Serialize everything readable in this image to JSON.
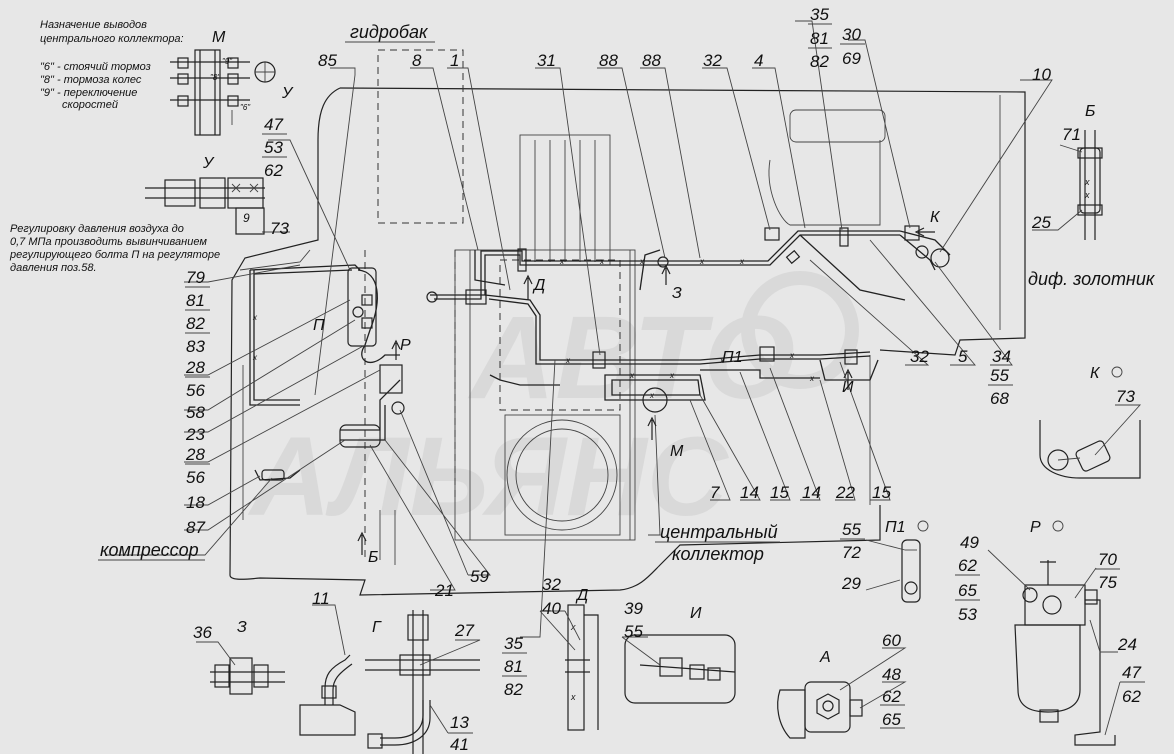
{
  "notes": {
    "outputs_title_1": "Назначение выводов",
    "outputs_title_2": "центрального коллектора:",
    "out_6a": "\"6\" - стоячий тормоз",
    "out_8": "\"8\" - тормоза колес",
    "out_9a": "\"9\" - переключение",
    "out_9b": "скоростей",
    "pressure_1": "Регулировку давления воздуха до",
    "pressure_2": "0,7 МПа производить вывинчиванием",
    "pressure_3": "регулирующего болта П на регуляторе",
    "pressure_4": "давления поз.58."
  },
  "words": {
    "hydrotank": "гидробак",
    "diff_valve": "диф. золотник",
    "compressor": "компрессор",
    "central_1": "центральный",
    "central_2": "коллектор"
  },
  "view_letters": {
    "M": "М",
    "U": "У",
    "D": "Д",
    "Z": "З",
    "I": "И",
    "K": "К",
    "B": "Б",
    "P": "П",
    "R": "Р",
    "P1": "П1",
    "G": "Г",
    "A": "А"
  },
  "inset_marks": {
    "m6": "\"6\"",
    "m8": "\"8\"",
    "m9": "\"9\"",
    "u9": "9"
  },
  "callouts": {
    "n85": "85",
    "n8": "8",
    "n1": "1",
    "n31": "31",
    "n88a": "88",
    "n88b": "88",
    "n32a": "32",
    "n4": "4",
    "n35a": "35",
    "n81a": "81",
    "n82a": "82",
    "n30": "30",
    "n69a": "69",
    "n10": "10",
    "n47a": "47",
    "n53a": "53",
    "n62a": "62",
    "n73a": "73",
    "n79": "79",
    "n81b": "81",
    "n82b": "82",
    "n83": "83",
    "n28a": "28",
    "n56a": "56",
    "n58": "58",
    "n23": "23",
    "n28b": "28",
    "n56b": "56",
    "n18": "18",
    "n87": "87",
    "n21": "21",
    "n59": "59",
    "n32b": "32",
    "n5": "5",
    "n34": "34",
    "n55a": "55",
    "n68": "68",
    "n7": "7",
    "n14a": "14",
    "n15a": "15",
    "n14b": "14",
    "n22": "22",
    "n15b": "15",
    "n71": "71",
    "n25": "25",
    "n73b": "73",
    "n55b": "55",
    "n72": "72",
    "n29": "29",
    "n49": "49",
    "n62b": "62",
    "n65a": "65",
    "n53b": "53",
    "n70": "70",
    "n75": "75",
    "n24": "24",
    "n47b": "47",
    "n62c": "62",
    "n36": "36",
    "n11": "11",
    "n27": "27",
    "n13": "13",
    "n41": "41",
    "n35b": "35",
    "n81c": "81",
    "n82c": "82",
    "n32c": "32",
    "n40": "40",
    "n39": "39",
    "n55c": "55",
    "n60": "60",
    "n48": "48",
    "n62d": "62",
    "n65b": "65"
  },
  "watermark": {
    "line1": "АВТО",
    "line2": "АЛЬЯНС"
  }
}
